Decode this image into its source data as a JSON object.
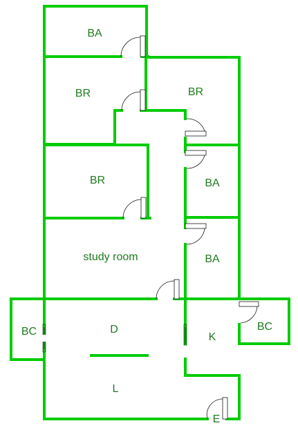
{
  "rooms": {
    "ba_top": "BA",
    "br_upper_left": "BR",
    "br_upper_right": "BR",
    "br_middle": "BR",
    "ba_middle": "BA",
    "study_room": "study room",
    "ba_lower": "BA",
    "bc_left": "BC",
    "dining": "D",
    "kitchen": "K",
    "bc_right": "BC",
    "living": "L",
    "entrance": "E"
  },
  "colors": {
    "wall": "#00cc00",
    "label": "#1f7a1f",
    "door_line": "#1a1a1a",
    "background": "#ffffff"
  }
}
